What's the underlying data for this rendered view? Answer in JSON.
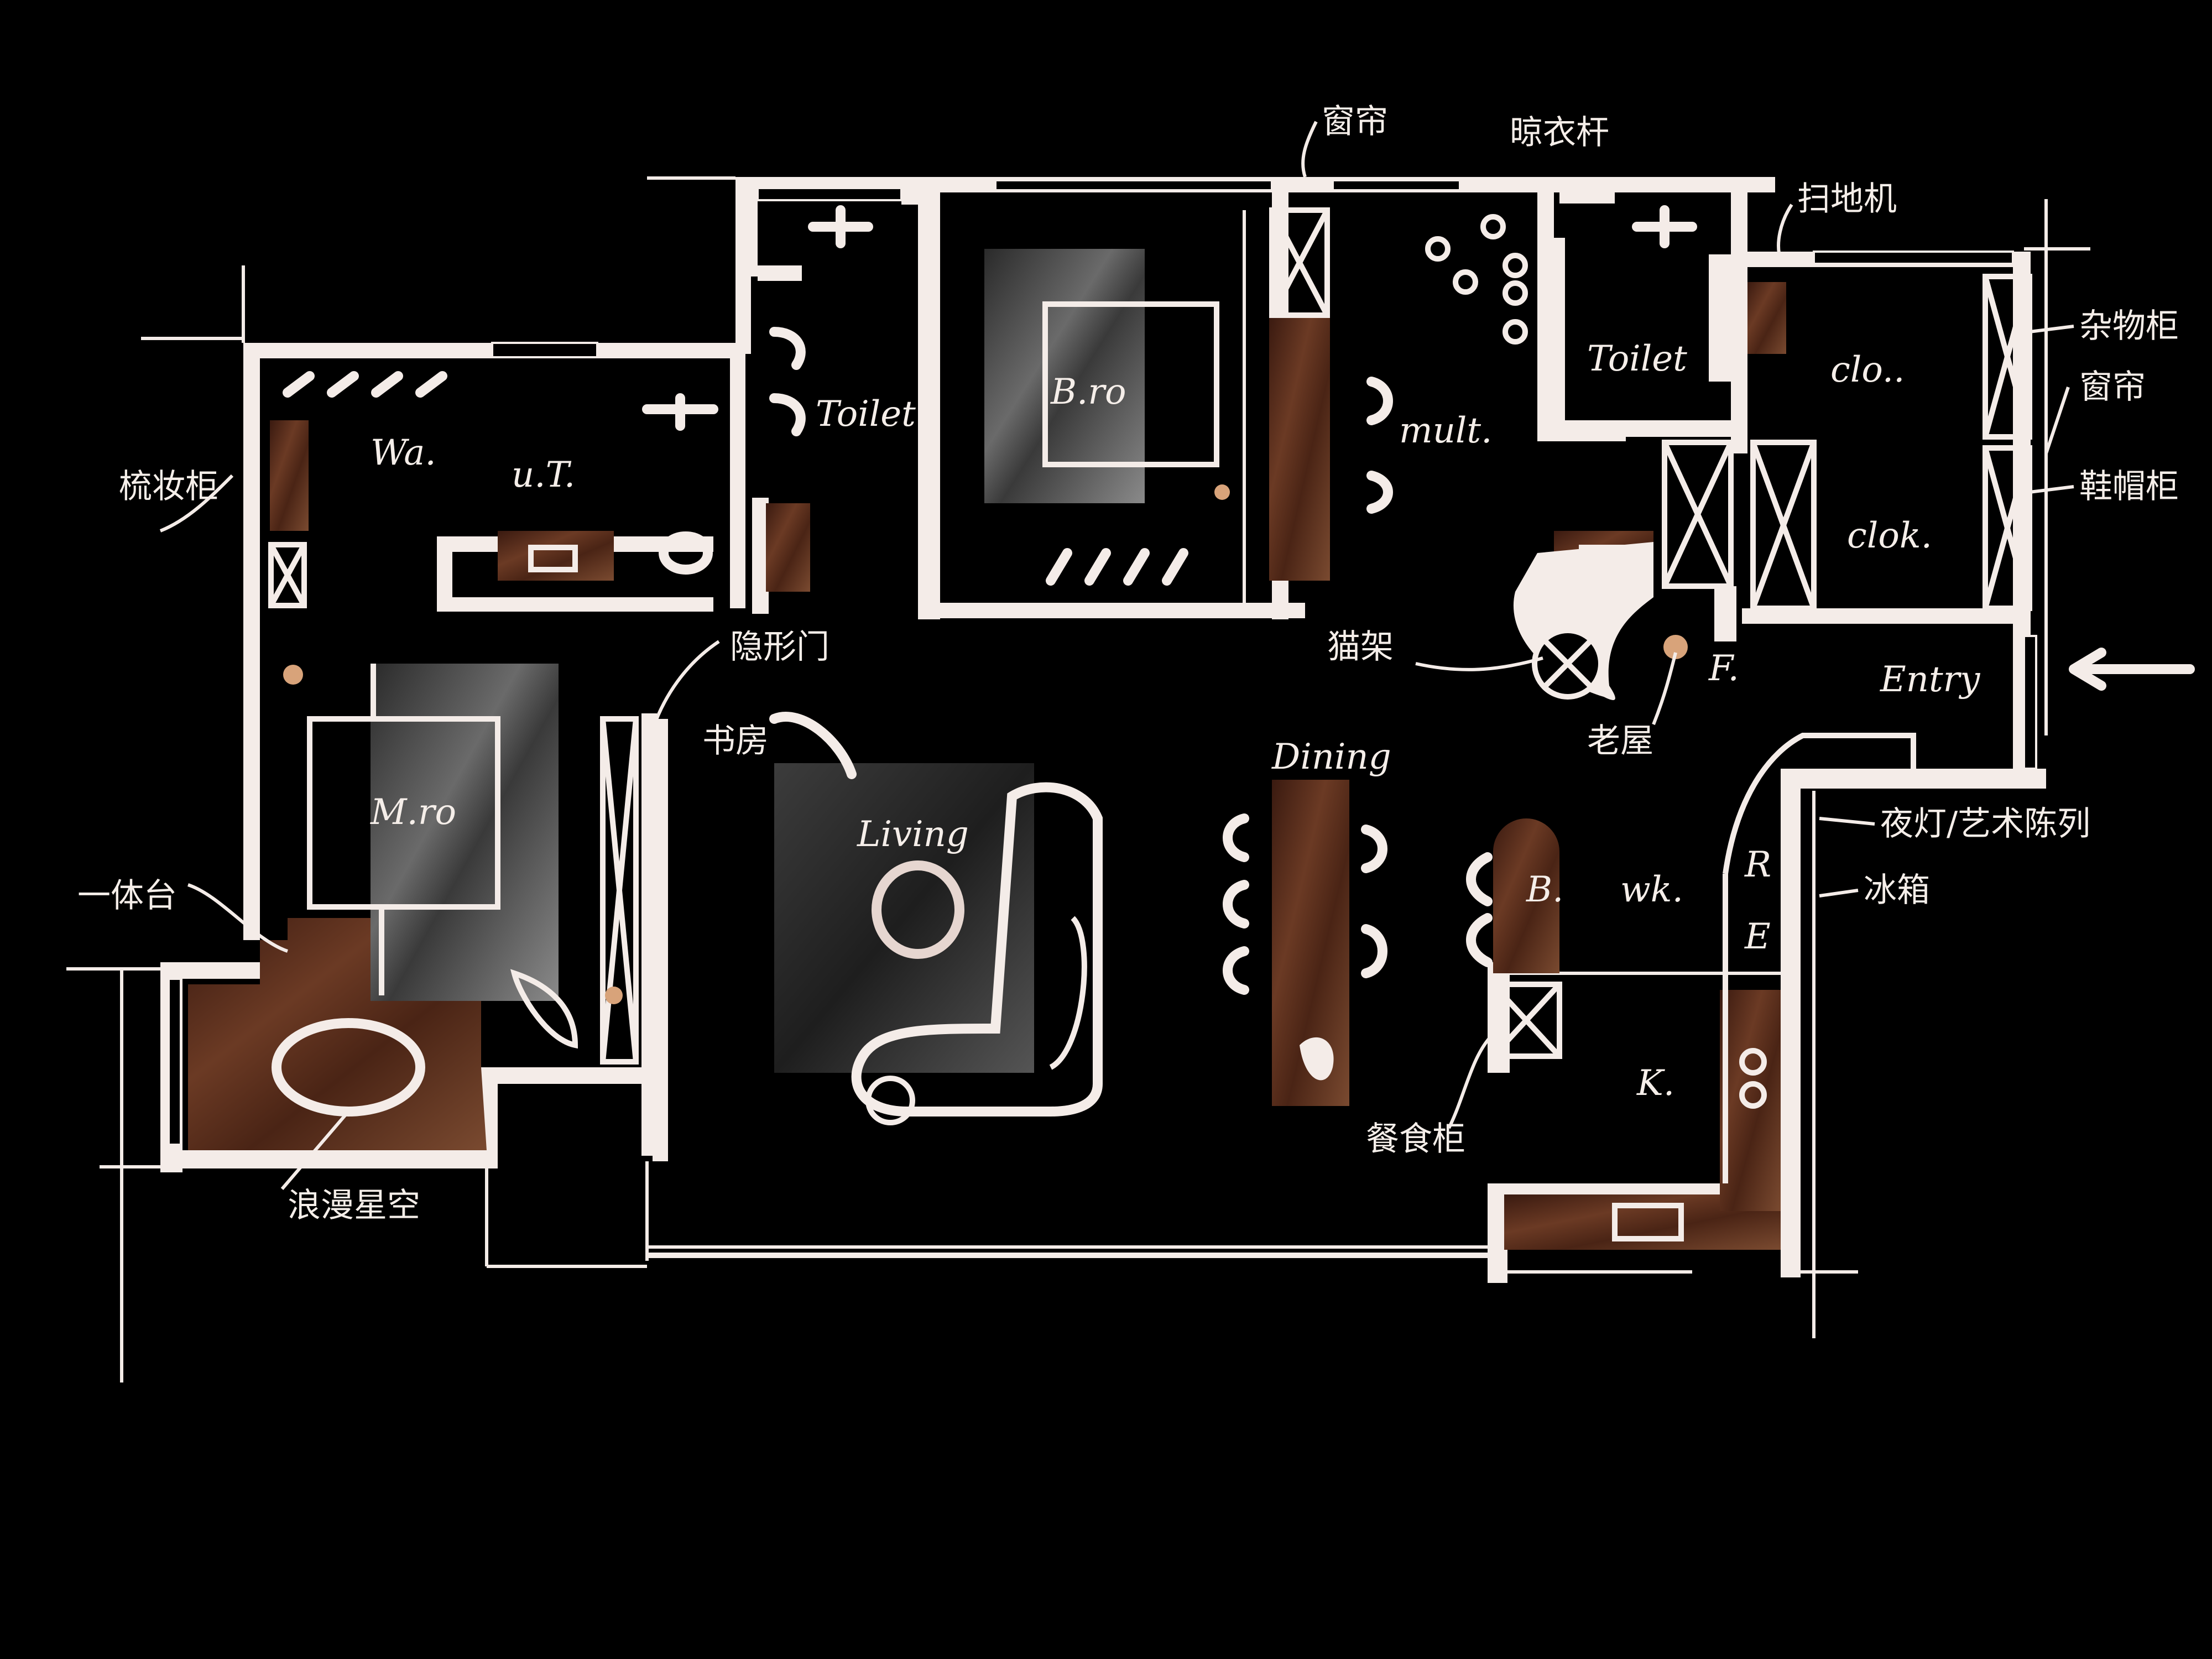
{
  "colors": {
    "background": "#000000",
    "walls": "#f4ece8",
    "wood_veneer": "#5a2e1c",
    "slate_rug": "#4a4a4a"
  },
  "rooms": {
    "master_bedroom": "M.ro",
    "walk_in_wardrobe": "Wa.",
    "master_toilet": "u.T.",
    "toilet_1": "Toilet",
    "bedroom_2": "B.ro",
    "multi_room": "mult.",
    "toilet_2": "Toilet",
    "cloak_1": "clo..",
    "cloak_2": "clok.",
    "living": "Living",
    "dining": "Dining",
    "bar": "B.",
    "work": "wk.",
    "kitchen": "K.",
    "entry": "Entry",
    "fridge_mark": "F.",
    "r_mark": "R",
    "e_mark": "E"
  },
  "annotations": {
    "dressing_cabinet": "梳妆柜",
    "vanity": "一体台",
    "romantic_star": "浪漫星空",
    "hidden_door": "隐形门",
    "study": "书房",
    "curtain_top": "窗帘",
    "clothes_rack": "晾衣杆",
    "sweeper": "扫地机",
    "storage_cabinet": "杂物柜",
    "curtain_right": "窗帘",
    "shoe_cabinet": "鞋帽柜",
    "cat_shelf": "猫架",
    "old_house": "老屋",
    "lamp_display": "夜灯/艺术陈列",
    "fridge": "冰箱",
    "pantry": "餐食柜"
  }
}
